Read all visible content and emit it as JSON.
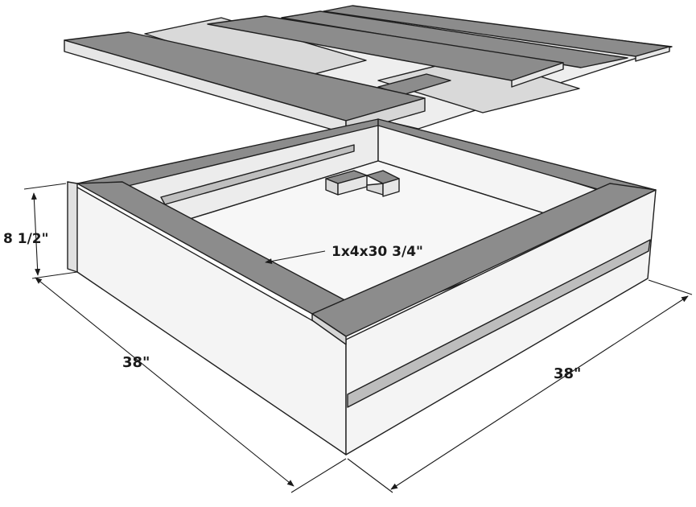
{
  "diagram": {
    "labels": {
      "height": "8 1/2\"",
      "left_side": "38\"",
      "right_side": "38\"",
      "trim_board": "1x4x30 3/4\""
    },
    "colors": {
      "board_top": "#8c8c8c",
      "board_face": "#e6e6e6",
      "wall_light": "#f4f4f4",
      "wall_shade": "#d6d6d6",
      "interior": "#ececec",
      "outline": "#1f1f1f"
    }
  }
}
